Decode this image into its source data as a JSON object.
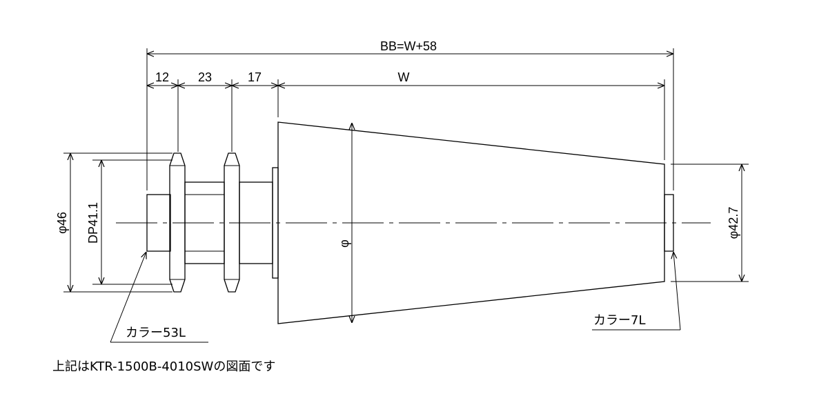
{
  "dimensions": {
    "overall": "BB=W+58",
    "seg1": "12",
    "seg2": "23",
    "seg3": "17",
    "face_width": "W",
    "dia_left": "φ46",
    "dia_groove": "DP41.1",
    "dia_body": "φ",
    "dia_right": "φ42.7"
  },
  "callouts": {
    "collar_left": "カラー53L",
    "collar_right": "カラー7L"
  },
  "note": "上記はKTR-1500B-4010SWの図面です"
}
